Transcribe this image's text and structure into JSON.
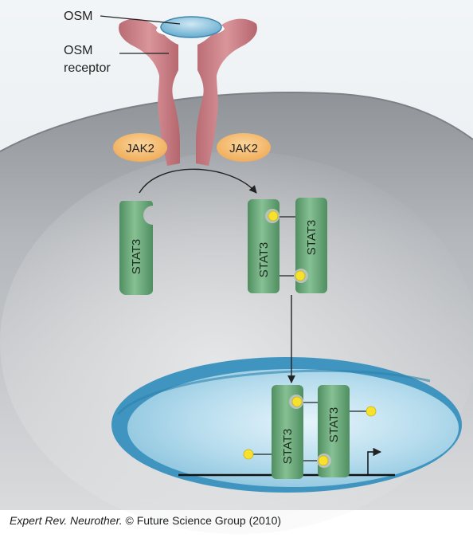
{
  "labels": {
    "osm": "OSM",
    "receptor_line1": "OSM",
    "receptor_line2": "receptor",
    "jak_left": "JAK2",
    "jak_right": "JAK2",
    "stat_cyto_single": "STAT3",
    "stat_cyto_dimer_a": "STAT3",
    "stat_cyto_dimer_b": "STAT3",
    "stat_nuc_a": "STAT3",
    "stat_nuc_b": "STAT3"
  },
  "credit": {
    "journal": "Expert Rev. Neurother.",
    "rest": " © Future Science Group (2010)"
  },
  "colors": {
    "background_top": "#e9eef2",
    "cell": "#a9acb1",
    "receptor": "#c27a80",
    "osm": "#6fb1d3",
    "jak": "#f2b264",
    "stat": "#6aa878",
    "phosphate": "#f6e12c",
    "nucleus": "#4ea4cc"
  }
}
